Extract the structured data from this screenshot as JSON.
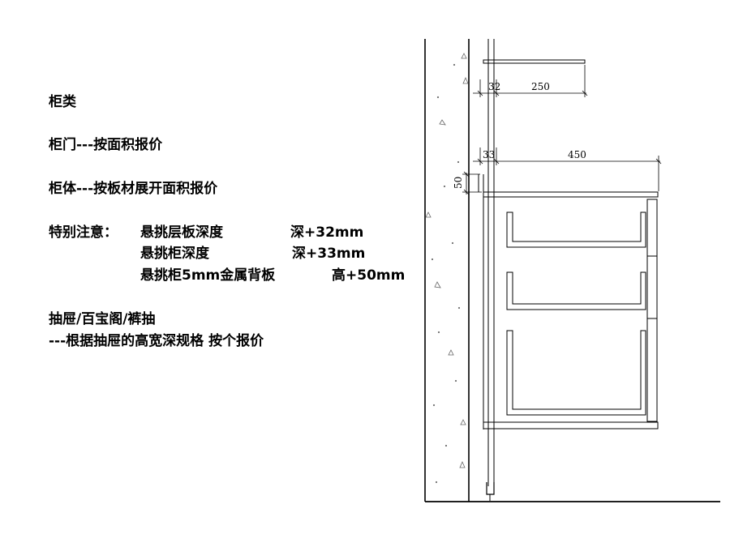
{
  "heading": "柜类",
  "door_pricing": "柜门---按面积报价",
  "body_pricing": "柜体---按板材展开面积报价",
  "notes": {
    "label": "特别注意：",
    "items": [
      {
        "label": "悬挑层板深度",
        "value": "深+32mm"
      },
      {
        "label": "悬挑柜深度",
        "value": "深+33mm"
      },
      {
        "label": "悬挑柜5mm金属背板",
        "value": "高+50mm"
      }
    ]
  },
  "drawer_title": "抽屉/百宝阁/裤抽",
  "drawer_pricing": "---根据抽屉的高宽深规格 按个报价",
  "dimensions": {
    "shelf_offset": "32",
    "shelf_depth": "250",
    "cabinet_offset": "33",
    "cabinet_depth": "450",
    "backplate_height": "50"
  }
}
